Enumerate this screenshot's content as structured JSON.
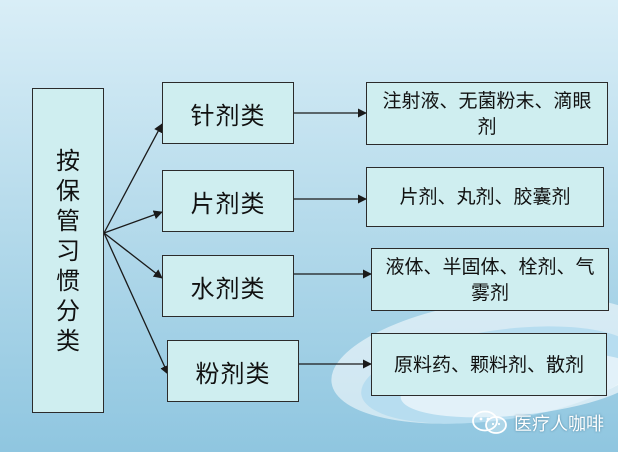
{
  "root": {
    "label": "按保管习惯分类"
  },
  "categories": [
    {
      "label": "针剂类",
      "detail": "注射液、无菌粉末、滴眼剂"
    },
    {
      "label": "片剂类",
      "detail": "片剂、丸剂、胶囊剂"
    },
    {
      "label": "水剂类",
      "detail": "液体、半固体、栓剂、气雾剂"
    },
    {
      "label": "粉剂类",
      "detail": "原料药、颗料剂、散剂"
    }
  ],
  "watermark": {
    "text": "医疗人咖啡"
  },
  "colors": {
    "box_fill": "#cfeef0",
    "box_border": "#2b2b2b",
    "line": "#1a1a1a"
  },
  "icons": {
    "watermark": "wechat-icon"
  }
}
